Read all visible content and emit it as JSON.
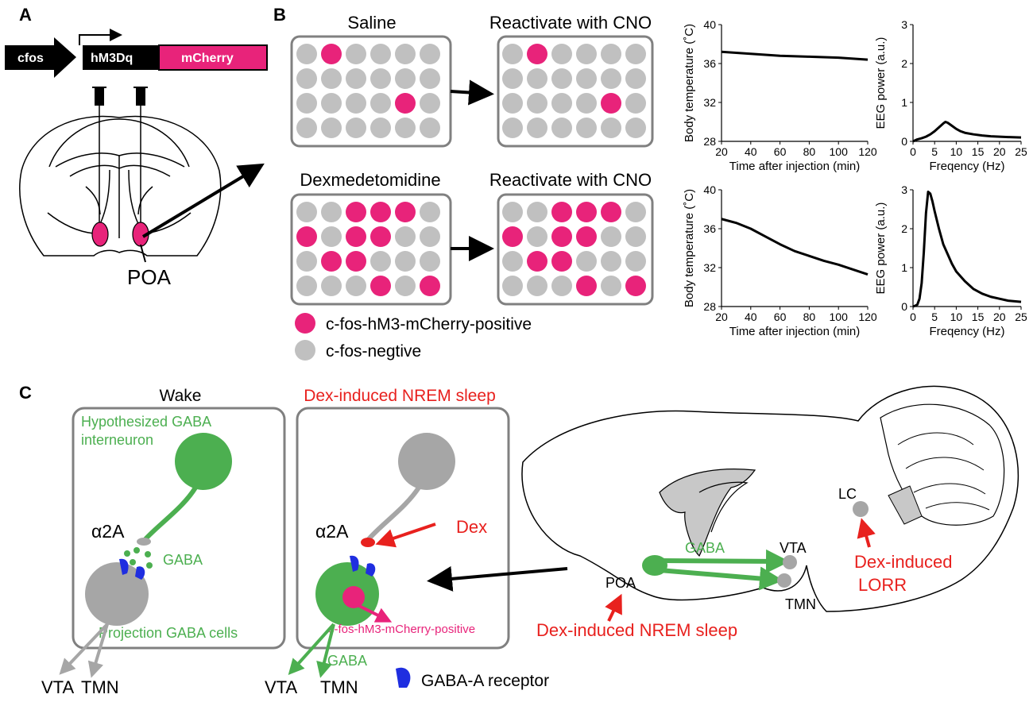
{
  "panel_a": {
    "letter": "A",
    "construct": {
      "promoter": "cfos",
      "gene": "hM3Dq",
      "reporter": "mCherry"
    },
    "region_label": "POA"
  },
  "panel_b": {
    "letter": "B",
    "saline_title": "Saline",
    "reactivate_title_1": "Reactivate with CNO",
    "dex_title": "Dexmedetomidine",
    "reactivate_title_2": "Reactivate with CNO",
    "legend_positive": "c-fos-hM3-mCherry-positive",
    "legend_negative": "c-fos-negtive",
    "colors": {
      "positive": "#e8237a",
      "negative": "#c0c0c0"
    },
    "grids": {
      "saline": [
        [
          0,
          1,
          0,
          0,
          0,
          0
        ],
        [
          0,
          0,
          0,
          0,
          0,
          0
        ],
        [
          0,
          0,
          0,
          0,
          1,
          0
        ],
        [
          0,
          0,
          0,
          0,
          0,
          0
        ]
      ],
      "saline_cno": [
        [
          0,
          1,
          0,
          0,
          0,
          0
        ],
        [
          0,
          0,
          0,
          0,
          0,
          0
        ],
        [
          0,
          0,
          0,
          0,
          1,
          0
        ],
        [
          0,
          0,
          0,
          0,
          0,
          0
        ]
      ],
      "dex": [
        [
          0,
          0,
          1,
          1,
          1,
          0
        ],
        [
          1,
          0,
          1,
          1,
          0,
          0
        ],
        [
          0,
          1,
          1,
          0,
          0,
          0
        ],
        [
          0,
          0,
          0,
          1,
          0,
          1
        ]
      ],
      "dex_cno": [
        [
          0,
          0,
          1,
          1,
          1,
          0
        ],
        [
          1,
          0,
          1,
          1,
          0,
          0
        ],
        [
          0,
          1,
          1,
          0,
          0,
          0
        ],
        [
          0,
          0,
          0,
          1,
          0,
          1
        ]
      ]
    }
  },
  "chart_data": [
    {
      "type": "line",
      "ylabel": "Body temperature (˚C)",
      "xlabel": "Time after injection (min)",
      "xlim": [
        20,
        120
      ],
      "ylim": [
        28,
        40
      ],
      "xticks": [
        20,
        40,
        60,
        80,
        100,
        120
      ],
      "yticks": [
        28,
        32,
        36,
        40
      ],
      "series": [
        {
          "x": [
            20,
            40,
            60,
            80,
            100,
            120
          ],
          "y": [
            37.2,
            37.0,
            36.8,
            36.7,
            36.6,
            36.4
          ]
        }
      ]
    },
    {
      "type": "line",
      "ylabel": "EEG power (a.u.)",
      "xlabel": "Freqency (Hz)",
      "xlim": [
        0,
        25
      ],
      "ylim": [
        0,
        3
      ],
      "xticks": [
        0,
        5,
        10,
        15,
        20,
        25
      ],
      "yticks": [
        0,
        1,
        2,
        3
      ],
      "series": [
        {
          "x": [
            0,
            1,
            2,
            3,
            4,
            5,
            6,
            7,
            7.5,
            8,
            9,
            10,
            11,
            12,
            14,
            16,
            18,
            20,
            22,
            25
          ],
          "y": [
            0,
            0.05,
            0.08,
            0.12,
            0.18,
            0.26,
            0.36,
            0.46,
            0.5,
            0.48,
            0.4,
            0.32,
            0.26,
            0.22,
            0.18,
            0.15,
            0.13,
            0.12,
            0.11,
            0.1
          ]
        }
      ]
    },
    {
      "type": "line",
      "ylabel": "Body temperature (˚C)",
      "xlabel": "Time after injection (min)",
      "xlim": [
        20,
        120
      ],
      "ylim": [
        28,
        40
      ],
      "xticks": [
        20,
        40,
        60,
        80,
        100,
        120
      ],
      "yticks": [
        28,
        32,
        36,
        40
      ],
      "series": [
        {
          "x": [
            20,
            30,
            40,
            50,
            60,
            70,
            80,
            90,
            100,
            110,
            120
          ],
          "y": [
            37.0,
            36.6,
            36.0,
            35.2,
            34.4,
            33.7,
            33.2,
            32.7,
            32.3,
            31.8,
            31.3
          ]
        }
      ]
    },
    {
      "type": "line",
      "ylabel": "EEG power (a.u.)",
      "xlabel": "Freqency (Hz)",
      "xlim": [
        0,
        25
      ],
      "ylim": [
        0,
        3
      ],
      "xticks": [
        0,
        5,
        10,
        15,
        20,
        25
      ],
      "yticks": [
        0,
        1,
        2,
        3
      ],
      "series": [
        {
          "x": [
            0,
            0.5,
            1,
            1.5,
            2,
            2.5,
            3,
            3.5,
            4,
            4.5,
            5,
            6,
            7,
            8,
            9,
            10,
            12,
            14,
            16,
            18,
            20,
            22,
            25
          ],
          "y": [
            0,
            0.02,
            0.05,
            0.2,
            0.6,
            1.4,
            2.4,
            2.95,
            2.9,
            2.7,
            2.45,
            2.0,
            1.6,
            1.35,
            1.1,
            0.9,
            0.65,
            0.45,
            0.33,
            0.25,
            0.2,
            0.15,
            0.12
          ]
        }
      ]
    }
  ],
  "panel_c": {
    "letter": "C",
    "wake_title": "Wake",
    "dex_title": "Dex-induced NREM sleep",
    "interneuron_label_1": "Hypothesized GABA",
    "interneuron_label_2": "interneuron",
    "alpha_label_1": "α2A",
    "gaba_label_1": "GABA",
    "projection_label": "Projection GABA cells",
    "vta_label_1": "VTA",
    "tmn_label_1": "TMN",
    "alpha_label_2": "α2A",
    "dex_label": "Dex",
    "positive_label": "c-fos-hM3-mCherry-positive",
    "gaba_label_2": "GABA",
    "vta_label_2": "VTA",
    "tmn_label_2": "TMN",
    "receptor_legend": "GABA-A receptor",
    "sagittal": {
      "gaba": "GABA",
      "vta": "VTA",
      "tmn": "TMN",
      "poa": "POA",
      "lc": "LC",
      "nrem": "Dex-induced NREM sleep",
      "lorr_1": "Dex-induced",
      "lorr_2": "LORR"
    }
  }
}
